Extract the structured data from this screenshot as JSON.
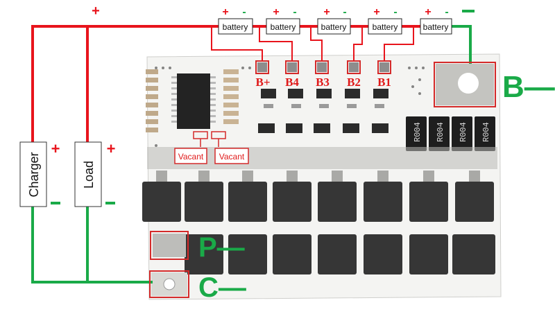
{
  "batteries": [
    {
      "label": "battery",
      "plus": "+",
      "minus": "-"
    },
    {
      "label": "battery",
      "plus": "+",
      "minus": "-"
    },
    {
      "label": "battery",
      "plus": "+",
      "minus": "-"
    },
    {
      "label": "battery",
      "plus": "+",
      "minus": "-"
    },
    {
      "label": "battery",
      "plus": "+",
      "minus": "-"
    }
  ],
  "top_plus": "+",
  "pads": [
    "B+",
    "B4",
    "B3",
    "B2",
    "B1"
  ],
  "b_minus": "B—",
  "p_minus": "P—",
  "c_minus": "C—",
  "vacant": [
    "Vacant",
    "Vacant"
  ],
  "charger": {
    "label": "Charger",
    "plus": "+",
    "minus": "-"
  },
  "load": {
    "label": "Load",
    "plus": "+",
    "minus": "-"
  },
  "resistor_codes": [
    "R004",
    "R004",
    "R004",
    "R004"
  ],
  "colors": {
    "positive": "#e8141c",
    "negative": "#1aaa48",
    "outline": "#d42a2a",
    "board": "#f4f4f2"
  }
}
